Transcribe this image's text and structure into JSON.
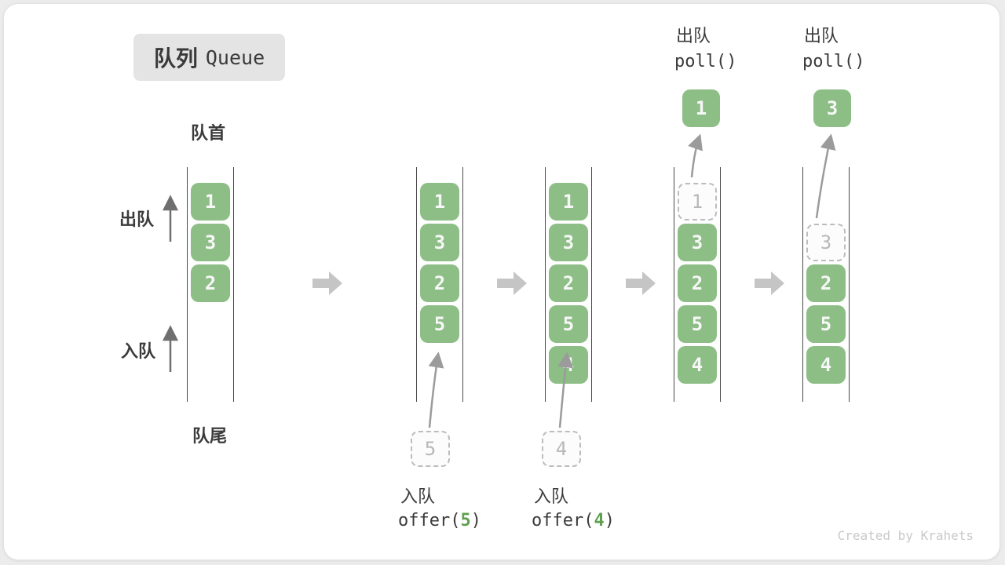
{
  "title": {
    "zh": "队列",
    "en": "Queue"
  },
  "labels": {
    "front": "队首",
    "rear": "队尾",
    "dequeue": "出队",
    "enqueue": "入队"
  },
  "colors": {
    "box_green": "#8cbe85",
    "arg_green": "#5fa050",
    "flow_arrow_gray": "#c5c5c5",
    "wall_line": "#4a4a4a",
    "curve_arrow": "#9b9b9b",
    "dashed_border": "#bcbcbc",
    "dashed_text": "#b8b8b8",
    "text": "#3b3b3b",
    "title_box_bg": "#e4e4e4"
  },
  "states": [
    {
      "name": "initial",
      "cells": [
        {
          "style": "solid",
          "value": "1"
        },
        {
          "style": "solid",
          "value": "3"
        },
        {
          "style": "solid",
          "value": "2"
        }
      ]
    },
    {
      "name": "after-offer-5",
      "cells": [
        {
          "style": "solid",
          "value": "1"
        },
        {
          "style": "solid",
          "value": "3"
        },
        {
          "style": "solid",
          "value": "2"
        },
        {
          "style": "solid",
          "value": "5"
        }
      ],
      "staging": {
        "value": "5"
      }
    },
    {
      "name": "after-offer-4",
      "cells": [
        {
          "style": "solid",
          "value": "1"
        },
        {
          "style": "solid",
          "value": "3"
        },
        {
          "style": "solid",
          "value": "2"
        },
        {
          "style": "solid",
          "value": "5"
        },
        {
          "style": "solid",
          "value": "4"
        }
      ],
      "staging": {
        "value": "4"
      }
    },
    {
      "name": "poll-1",
      "cells": [
        {
          "style": "dashed",
          "value": "1"
        },
        {
          "style": "solid",
          "value": "3"
        },
        {
          "style": "solid",
          "value": "2"
        },
        {
          "style": "solid",
          "value": "5"
        },
        {
          "style": "solid",
          "value": "4"
        }
      ],
      "popped": {
        "value": "1"
      },
      "op": {
        "label": "出队",
        "code": "poll()"
      }
    },
    {
      "name": "poll-3",
      "cells": [
        {
          "style": "empty",
          "value": ""
        },
        {
          "style": "dashed",
          "value": "3"
        },
        {
          "style": "solid",
          "value": "2"
        },
        {
          "style": "solid",
          "value": "5"
        },
        {
          "style": "solid",
          "value": "4"
        }
      ],
      "popped": {
        "value": "3"
      },
      "op": {
        "label": "出队",
        "code": "poll()"
      }
    }
  ],
  "enqueue_ops": [
    {
      "label": "入队",
      "code_open": "offer(",
      "arg": "5",
      "code_close": ")"
    },
    {
      "label": "入队",
      "code_open": "offer(",
      "arg": "4",
      "code_close": ")"
    }
  ],
  "watermark": "Created by Krahets"
}
